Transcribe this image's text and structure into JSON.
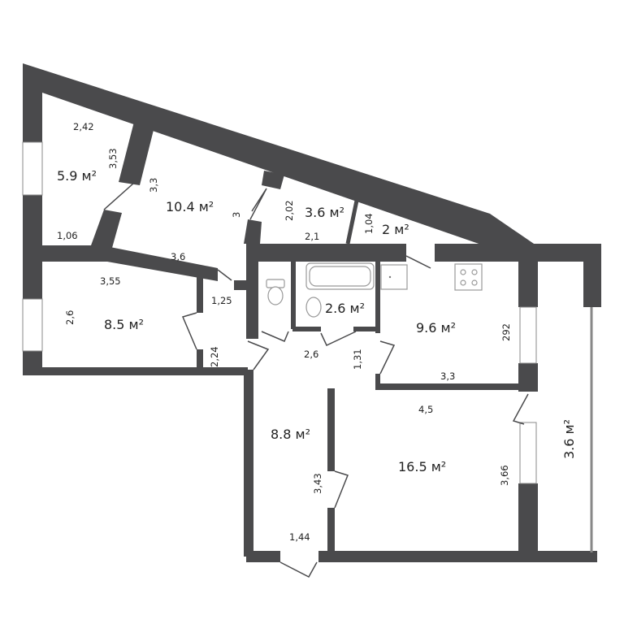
{
  "colors": {
    "wall": "#4a4a4c",
    "background": "#ffffff"
  },
  "rooms": [
    {
      "area": "5.9 м²"
    },
    {
      "area": "10.4 м²"
    },
    {
      "area": "3.6 м²"
    },
    {
      "area": "2 м²"
    },
    {
      "area": "8.5 м²"
    },
    {
      "area": "2.6 м²"
    },
    {
      "area": "9.6 м²"
    },
    {
      "area": "8.8 м²"
    },
    {
      "area": "16.5 м²"
    },
    {
      "area": "3.6 м²"
    }
  ],
  "dimensions": [
    "2,42",
    "3,53",
    "1,06",
    "3,3",
    "3",
    "2,02",
    "2,1",
    "1,04",
    "3,6",
    "3,55",
    "2,6",
    "1,25",
    "2,24",
    "2,6",
    "1,31",
    "292",
    "3,3",
    "4,5",
    "3,66",
    "3,43",
    "1,44"
  ],
  "fixtures": [
    "toilet-icon",
    "bathtub-icon",
    "sink-icon",
    "kitchen-sink-icon",
    "stove-icon"
  ]
}
